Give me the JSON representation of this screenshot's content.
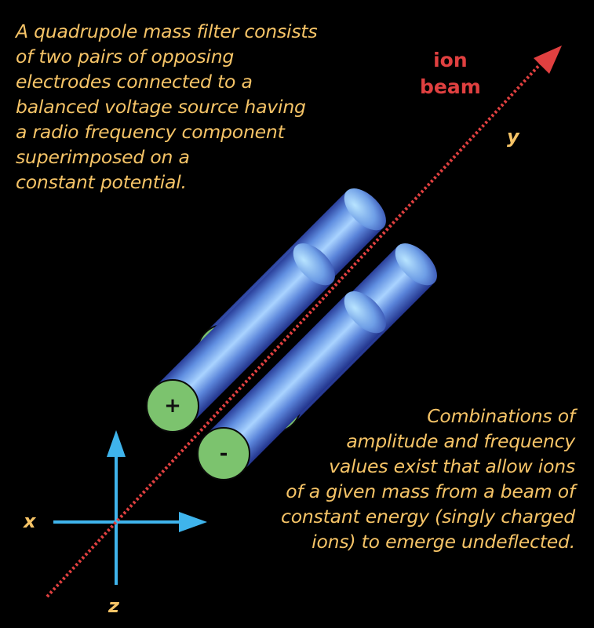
{
  "colors": {
    "background": "#000000",
    "text": "#f6c467",
    "ion_beam": "#e04040",
    "axis": "#3fb4ec",
    "electrode": "#6e9ee6",
    "electrode_end": "#7cc36e"
  },
  "caption_top": {
    "lines": [
      "A quadrupole mass filter consists",
      "of two pairs of opposing",
      "electrodes connected to a",
      "balanced voltage source having",
      "a radio frequency component",
      "superimposed on a",
      "constant potential."
    ]
  },
  "caption_bottom": {
    "lines": [
      "Combinations of",
      "amplitude and frequency",
      "values exist that allow ions",
      "of a given mass from a beam of",
      "constant energy (singly charged",
      "ions) to emerge undeflected."
    ]
  },
  "ion_beam": {
    "label_line1": "ion",
    "label_line2": "beam",
    "axis_label": "y"
  },
  "axes": {
    "x_label": "x",
    "z_label": "z"
  },
  "electrodes": [
    {
      "name": "top",
      "sign": "-"
    },
    {
      "name": "left",
      "sign": "+"
    },
    {
      "name": "right",
      "sign": "+"
    },
    {
      "name": "bottom",
      "sign": "-"
    }
  ]
}
